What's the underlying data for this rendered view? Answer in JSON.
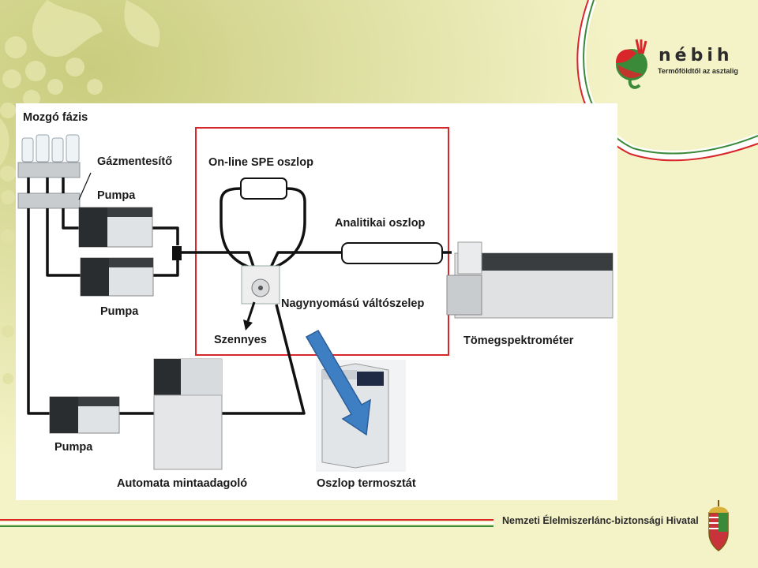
{
  "logo": {
    "name": "nébih",
    "tagline": "Termőföldtől az asztalig"
  },
  "footer": {
    "organization": "Nemzeti Élelmiszerlánc-biztonsági Hivatal"
  },
  "diagram": {
    "labels": {
      "mobile_phase": "Mozgó fázis",
      "degasser": "Gázmentesítő",
      "pump_top": "Pumpa",
      "pump_middle": "Pumpa",
      "pump_bottom": "Pumpa",
      "spe_column": "On-line SPE oszlop",
      "analytical_column": "Analitikai oszlop",
      "valve": "Nagynyomású váltószelep",
      "waste": "Szennyes",
      "mass_spec": "Tömegspektrométer",
      "autosampler": "Automata mintaadagoló",
      "column_oven": "Oszlop termosztát"
    }
  },
  "colors": {
    "background": "#f4f3c8",
    "highlight_box": "#d9262b",
    "arrow": "#3e7fc4",
    "logo_red": "#d9262b",
    "logo_green": "#3a8a3a"
  }
}
